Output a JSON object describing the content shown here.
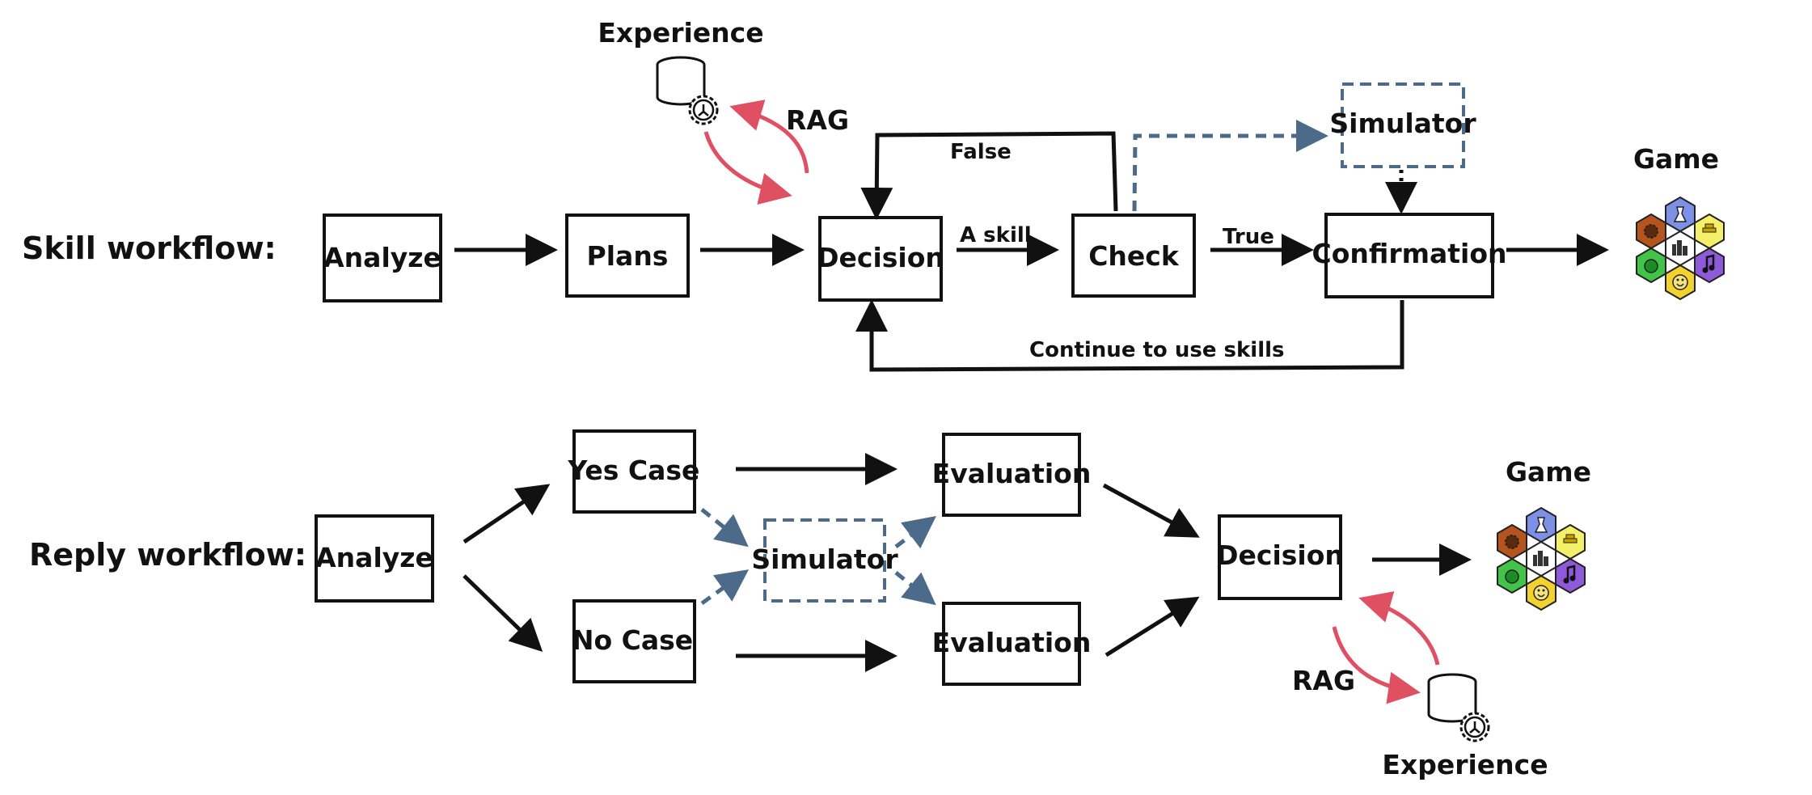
{
  "skill_workflow": {
    "label": "Skill workflow:",
    "nodes": {
      "analyze": "Analyze",
      "plans": "Plans",
      "decision": "Decision",
      "check": "Check",
      "simulator": "Simulator",
      "confirmation": "Confirmation"
    },
    "edges": {
      "a_skill": "A skill",
      "true": "True",
      "false": "False",
      "continue": "Continue to use skills",
      "rag": "RAG"
    },
    "experience": "Experience",
    "game": "Game"
  },
  "reply_workflow": {
    "label": "Reply workflow:",
    "nodes": {
      "analyze": "Analyze",
      "yes_case": "Yes Case",
      "no_case": "No Case",
      "simulator": "Simulator",
      "evaluation_top": "Evaluation",
      "evaluation_bottom": "Evaluation",
      "decision": "Decision"
    },
    "edges": {
      "rag": "RAG"
    },
    "experience": "Experience",
    "game": "Game"
  },
  "colors": {
    "black": "#111111",
    "simulator_blue": "#4c6a89",
    "rag_red": "#e05063",
    "hex_orange": "#b5541c",
    "hex_blue": "#7e8fe6",
    "hex_yellow": "#f4f069",
    "hex_green": "#43c34a",
    "hex_purple": "#8e5ad9",
    "hex_gold": "#f2d22e",
    "hex_white": "#ffffff"
  },
  "icons": [
    "database-gear-icon",
    "game-hexagon-icon"
  ]
}
